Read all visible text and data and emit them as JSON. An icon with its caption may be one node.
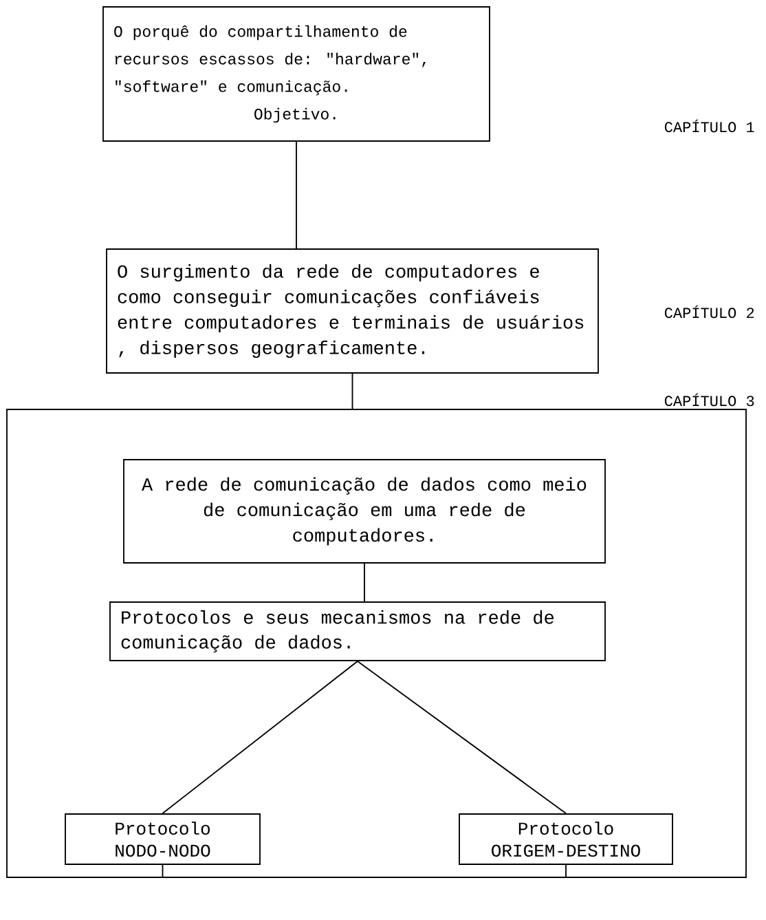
{
  "diagram": {
    "nodes": [
      {
        "text": [
          "O porquê do compartilhamento de recursos escassos de: \"hardware\", \"software\" e comunicação.",
          "Objetivo."
        ]
      },
      {
        "text": [
          "O surgimento da rede de computadores e como conseguir comunicações confiáveis entre computadores e terminais de usuários , dispersos geograficamente."
        ]
      },
      {
        "text": [],
        "shape": "box"
      },
      {
        "text": [
          "A rede de comunicação de dados como meio de comunicação em uma rede de computadores."
        ],
        "in": 2
      },
      {
        "text": [
          "Protocolos e seus mecanismos na rede de comunicação de dados."
        ],
        "in": 2
      },
      {
        "text": [
          "Protocolo NODO-NODO"
        ],
        "in": 2
      },
      {
        "text": [
          "Protocolo ORIGEM-DESTINO"
        ],
        "in": 2
      }
    ],
    "edges": [
      {
        "from": 0,
        "to": 1,
        "arrow": "none"
      },
      {
        "from": 1,
        "to": 2,
        "arrow": "none"
      },
      {
        "from": 3,
        "to": 4,
        "arrow": "none"
      },
      {
        "from": 4,
        "to": 5,
        "arrow": "none"
      },
      {
        "from": 4,
        "to": 6,
        "arrow": "none"
      },
      {
        "from": 5,
        "to": 2,
        "arrow": "none"
      },
      {
        "from": 6,
        "to": 2,
        "arrow": "none"
      }
    ],
    "labels": [
      "CAPÍTULO 1",
      "CAPÍTULO 2",
      "CAPÍTULO 3"
    ]
  }
}
